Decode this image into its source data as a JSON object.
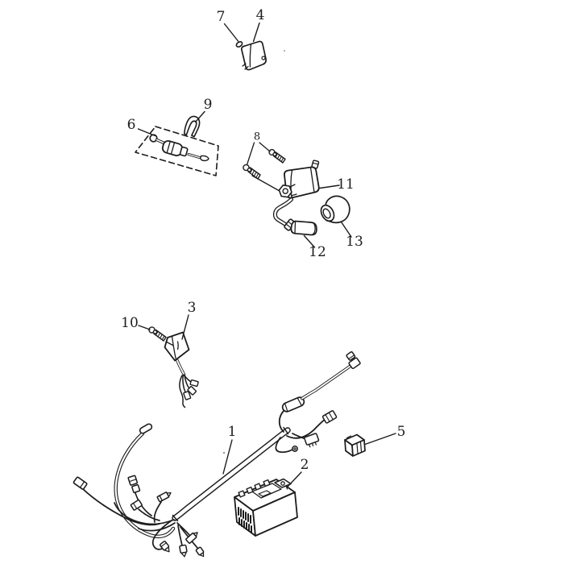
{
  "page": {
    "background_color": "#ffffff",
    "ink_color": "#1c1c1c",
    "kind": "exploded-electrical-parts-diagram"
  },
  "diagram": {
    "callouts": [
      {
        "number": "1",
        "part": "wiring-harness"
      },
      {
        "number": "2",
        "part": "battery"
      },
      {
        "number": "3",
        "part": "cdi-unit"
      },
      {
        "number": "4",
        "part": "relay-box"
      },
      {
        "number": "5",
        "part": "relay"
      },
      {
        "number": "6",
        "part": "switch-assembly"
      },
      {
        "number": "7",
        "part": "grommet"
      },
      {
        "number": "8",
        "part": "mounting-screws"
      },
      {
        "number": "9",
        "part": "wire-clamp"
      },
      {
        "number": "10",
        "part": "screw"
      },
      {
        "number": "11",
        "part": "ignition-coil"
      },
      {
        "number": "12",
        "part": "spark-plug-cap"
      },
      {
        "number": "13",
        "part": "plug-cap-cover"
      }
    ]
  }
}
